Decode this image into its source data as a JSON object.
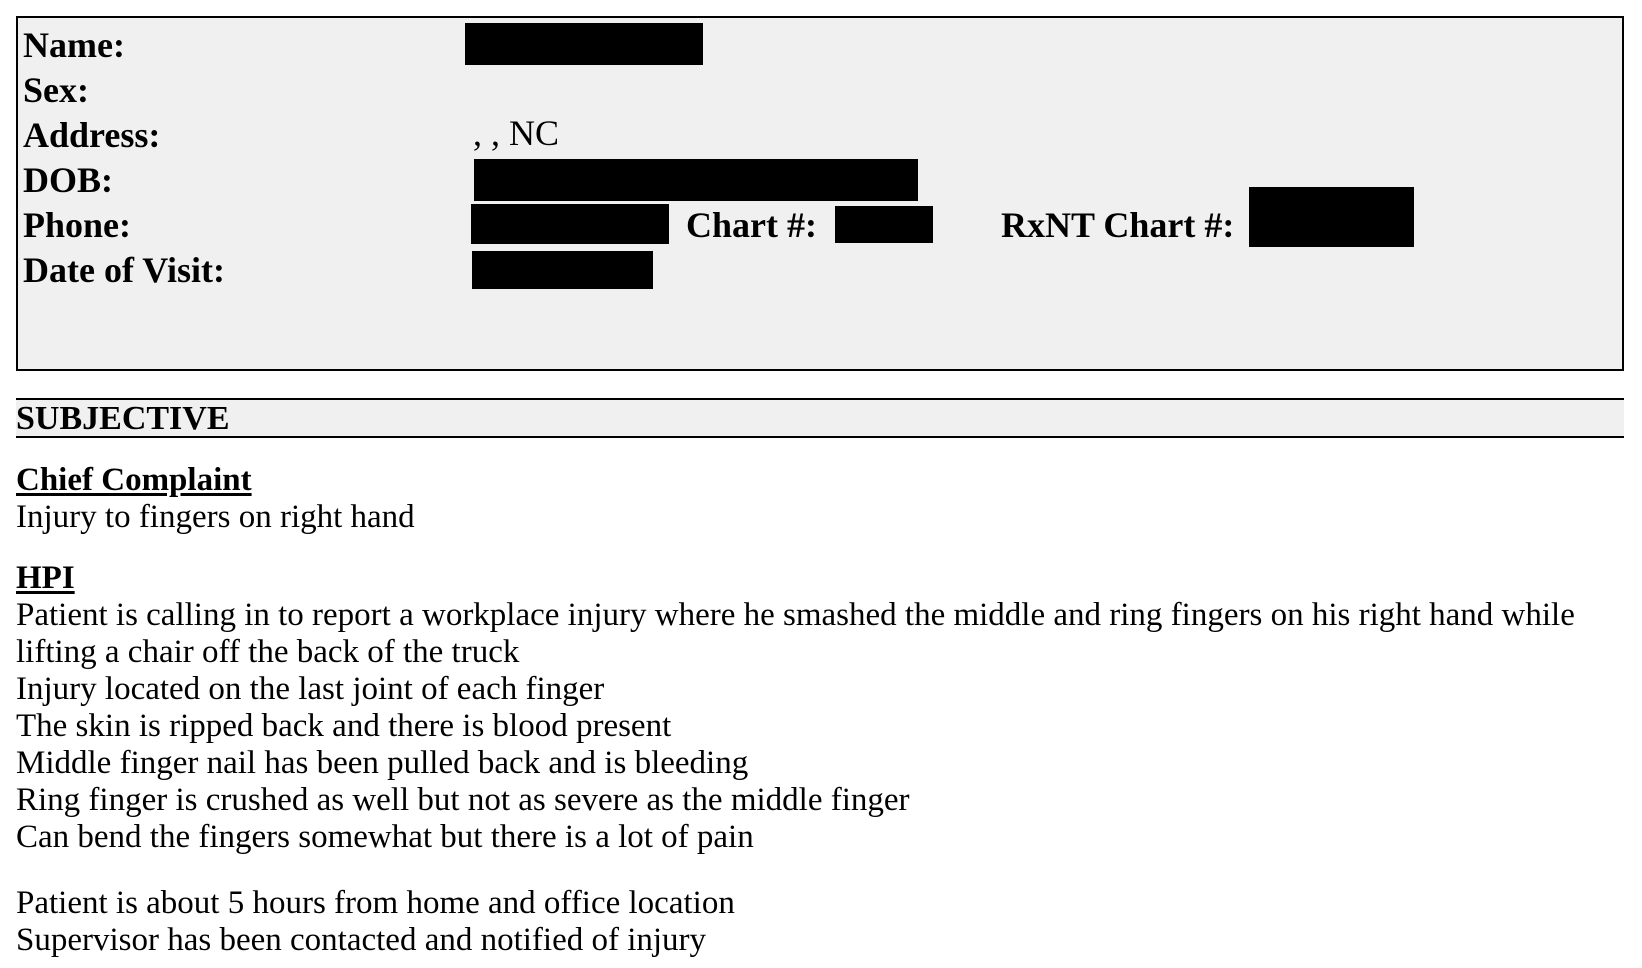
{
  "patient_header": {
    "name_label": "Name:",
    "sex_label": "Sex:",
    "address_label": "Address:",
    "address_value": ", , NC",
    "dob_label": "DOB:",
    "phone_label": "Phone:",
    "chart_label": "Chart #:",
    "rxnt_chart_label": "RxNT Chart #:",
    "date_of_visit_label": "Date of Visit:"
  },
  "subjective": {
    "section_title": "SUBJECTIVE",
    "chief_complaint": {
      "heading": "Chief Complaint",
      "text": "Injury to fingers on right hand"
    },
    "hpi": {
      "heading": "HPI",
      "lines": [
        "Patient is calling in to report a workplace injury where he smashed the middle and ring fingers on his right hand while",
        "lifting a chair off the back of the truck",
        "Injury located on the last joint of each finger",
        "The skin is ripped back and there is blood present",
        "Middle finger nail has been pulled back and is bleeding",
        "Ring finger is crushed as well but not as severe as the middle finger",
        "Can bend the fingers somewhat but there is a lot of pain"
      ],
      "extra_lines": [
        "Patient is about 5 hours from home and office location",
        "Supervisor has been contacted and notified of injury"
      ]
    }
  },
  "colors": {
    "header_background": "#f0f0f0",
    "redaction": "#000000",
    "text": "#000000"
  }
}
